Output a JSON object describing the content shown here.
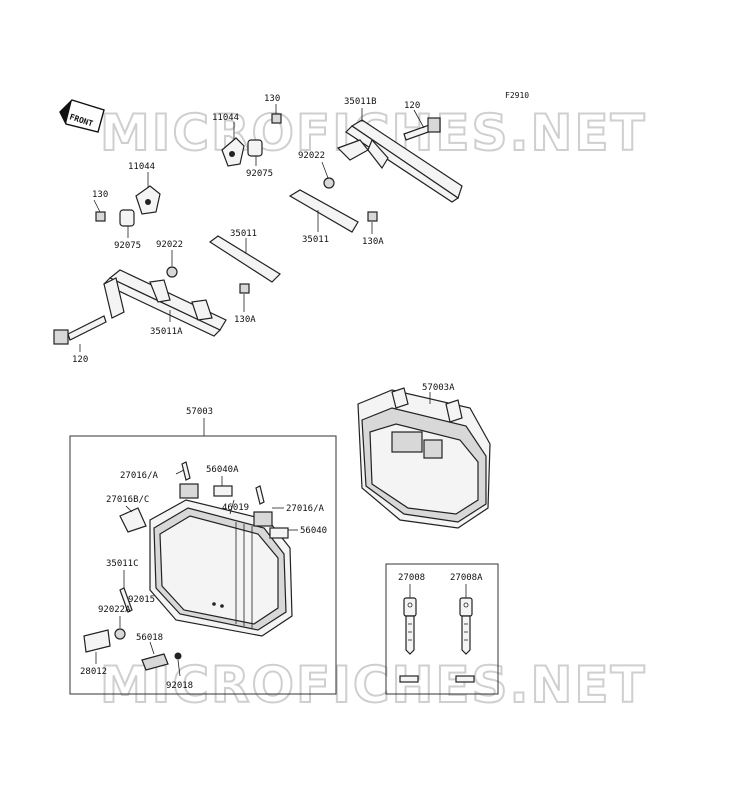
{
  "diagram": {
    "code": "F2910",
    "front_label": "FRONT",
    "watermark": "MICROFICHES.NET",
    "labels": {
      "p130_a": "130",
      "p11044_a": "11044",
      "p92075_a": "92075",
      "p35011B": "35011B",
      "p120_a": "120",
      "p92022_a": "92022",
      "p35011_a": "35011",
      "p130A_a": "130A",
      "p11044_b": "11044",
      "p130_b": "130",
      "p92075_b": "92075",
      "p92022_b": "92022",
      "p35011_b": "35011",
      "p130A_b": "130A",
      "p35011A": "35011A",
      "p120_b": "120",
      "p57003A": "57003A",
      "p57003": "57003",
      "p27016A_a": "27016/A",
      "p56040A": "56040A",
      "p27016BC": "27016B/C",
      "p46019": "46019",
      "p27016A_b": "27016/A",
      "p56040": "56040",
      "p35011C": "35011C",
      "p92015": "92015",
      "p92022A": "92022A",
      "p56018": "56018",
      "p28012": "28012",
      "p92018": "92018",
      "p27008": "27008",
      "p27008A": "27008A"
    }
  }
}
